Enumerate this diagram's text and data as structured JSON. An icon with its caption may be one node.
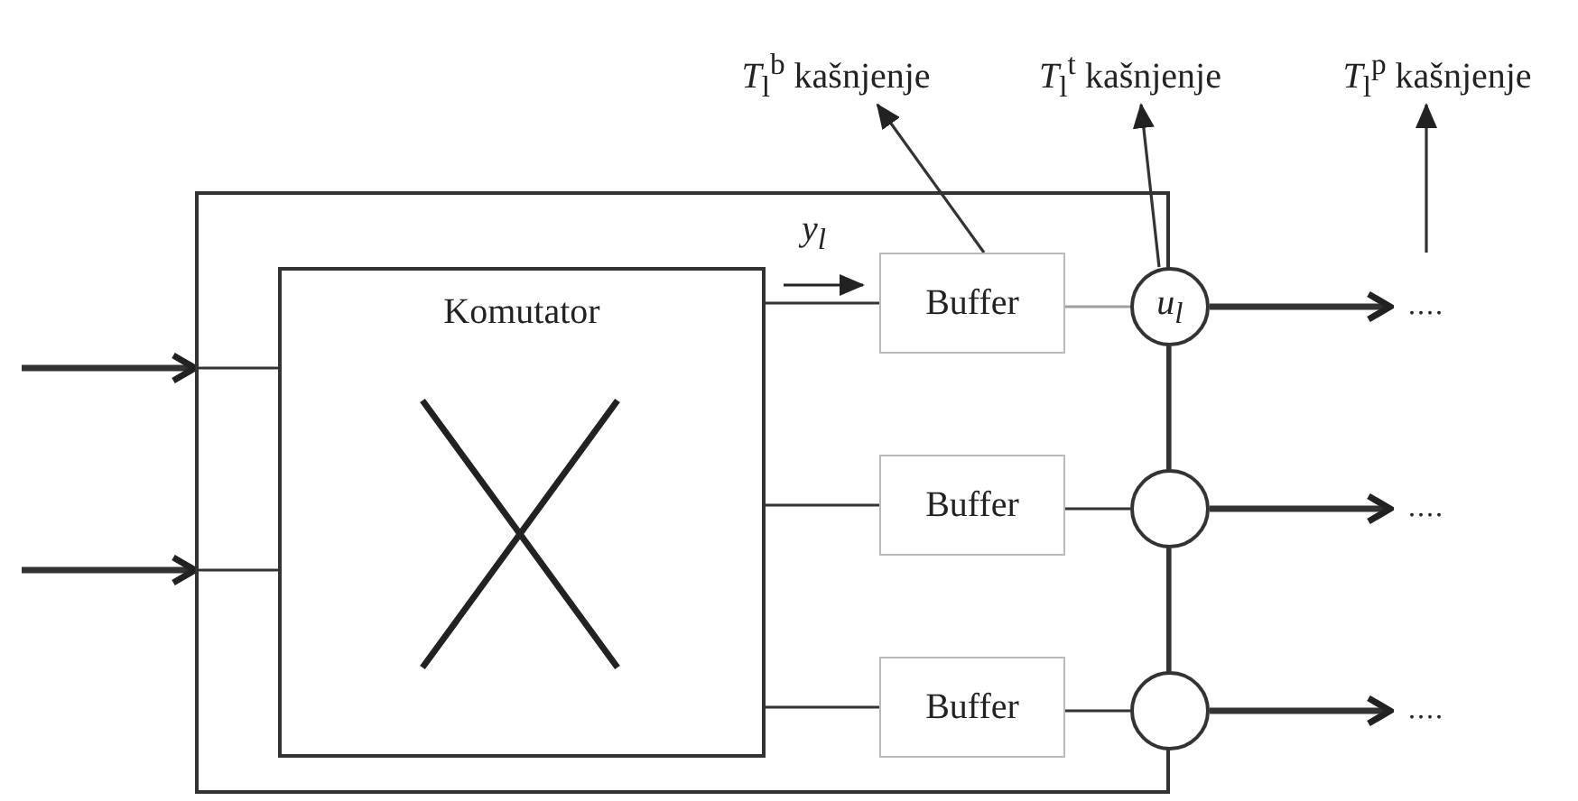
{
  "diagram": {
    "nodes": [
      {
        "text": [],
        "shape": "box"
      },
      {
        "text": [
          "Komutator"
        ],
        "in": 0
      },
      {
        "text": [
          "Buffer"
        ],
        "in": 0
      },
      {
        "text": [
          "Buffer"
        ],
        "in": 0
      },
      {
        "text": [
          "Buffer"
        ],
        "in": 0
      },
      {
        "text": [
          "u$_{l}$"
        ]
      },
      {
        "text": [],
        "shape": "circle"
      },
      {
        "text": [],
        "shape": "circle"
      },
      {
        "text": [
          "...."
        ]
      },
      {
        "text": [
          "...."
        ]
      },
      {
        "text": [
          "...."
        ]
      },
      {
        "text": [
          "*T*$_{l}$$^{b}$ kašnjenje"
        ]
      },
      {
        "text": [
          "*T*$_{l}$$^{t}$ kašnjenje"
        ]
      },
      {
        "text": [
          "*T*$_{l}$$^{p}$ kašnjenje"
        ]
      }
    ],
    "edges": [
      {
        "from": null,
        "to": 0,
        "arrow": "to",
        "style": "thick"
      },
      {
        "from": null,
        "to": 0,
        "arrow": "to",
        "style": "thick"
      },
      {
        "from": 0,
        "to": 1,
        "arrow": "none"
      },
      {
        "from": 0,
        "to": 1,
        "arrow": "none"
      },
      {
        "from": 1,
        "to": 2,
        "arrow": "none"
      },
      {
        "from": 1,
        "to": 3,
        "arrow": "none"
      },
      {
        "from": 1,
        "to": 4,
        "arrow": "none"
      },
      {
        "from": 2,
        "to": 5,
        "arrow": "none",
        "color": "#a0a0a0"
      },
      {
        "from": 3,
        "to": 6,
        "arrow": "none"
      },
      {
        "from": 4,
        "to": 7,
        "arrow": "none"
      },
      {
        "from": 5,
        "to": 6,
        "arrow": "none"
      },
      {
        "from": 6,
        "to": 7,
        "arrow": "none"
      },
      {
        "from": 5,
        "to": 8,
        "arrow": "to",
        "style": "thick"
      },
      {
        "from": 6,
        "to": 9,
        "arrow": "to",
        "style": "thick"
      },
      {
        "from": 7,
        "to": 10,
        "arrow": "to",
        "style": "thick"
      },
      {
        "from": 2,
        "to": 11,
        "arrow": "to"
      },
      {
        "from": 5,
        "to": 12,
        "arrow": "to"
      },
      {
        "from": null,
        "to": 13,
        "arrow": "to"
      }
    ],
    "labels": [
      "y$_{l}$"
    ]
  }
}
